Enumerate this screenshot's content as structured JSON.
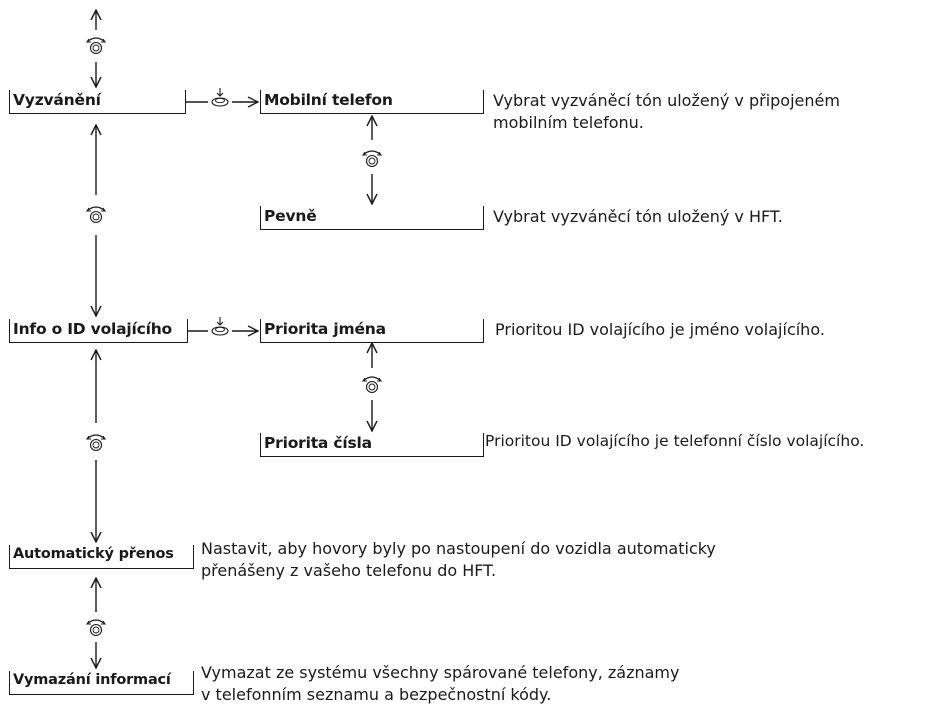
{
  "boxes": {
    "vyzvaneni": "Vyzvánění",
    "mobilni_telefon": "Mobilní telefon",
    "pevne": "Pevně",
    "info_id": "Info o ID volajícího",
    "priorita_jmena": "Priorita jména",
    "priorita_cisla": "Priorita čísla",
    "automaticky_prenos": "Automatický přenos",
    "vymazani_informaci": "Vymazání informací"
  },
  "descriptions": {
    "mobilni_telefon": [
      "Vybrat vyzváněcí tón uložený v připojeném",
      "mobilním telefonu."
    ],
    "pevne": [
      "Vybrat vyzváněcí tón uložený v HFT."
    ],
    "priorita_jmena": [
      "Prioritou ID volajícího je jméno volajícího."
    ],
    "priorita_cisla": [
      "Prioritou ID volajícího je telefonní číslo volajícího."
    ],
    "automaticky_prenos": [
      "Nastavit, aby hovory byly po nastoupení do vozidla automaticky",
      "přenášeny z vašeho telefonu do HFT."
    ],
    "vymazani_informaci": [
      "Vymazat ze systému všechny spárované telefony, záznamy",
      "v telefonním seznamu a bezpečnostní kódy."
    ]
  },
  "icons": {
    "rotate_knob": "rotate-knob-icon",
    "press_knob": "press-knob-icon"
  },
  "colors": {
    "ink": "#1a1a1a",
    "background": "#ffffff"
  }
}
